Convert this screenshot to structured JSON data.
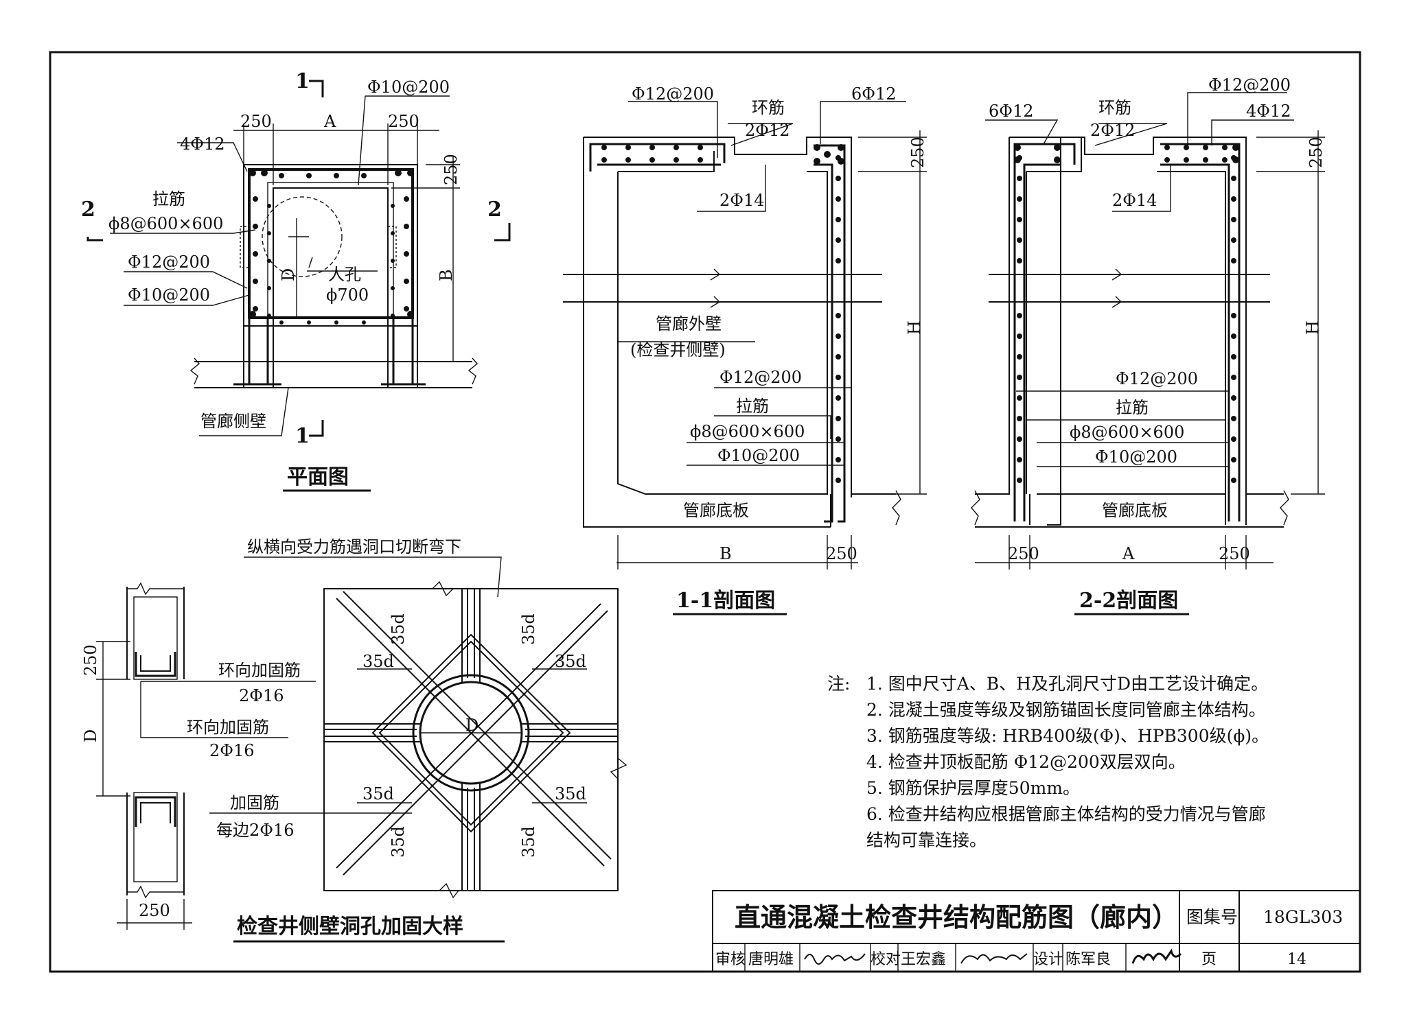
{
  "plan": {
    "title": "平面图",
    "section_1_mark": "1",
    "section_2_mark": "2",
    "dim_250": "250",
    "dim_A": "A",
    "dim_B": "B",
    "dim_D": "D",
    "rebar_top": "Φ10@200",
    "rebar_corner": "4Φ12",
    "tie_label": "拉筋",
    "tie_spec": "ϕ8@600×600",
    "rebar_v1": "Φ12@200",
    "rebar_v2": "Φ10@200",
    "manhole_label": "人孔",
    "manhole_size": "ϕ700",
    "side_wall": "管廊侧壁"
  },
  "section11": {
    "title": "1-1剖面图",
    "rebar_top": "Φ12@200",
    "ring_label": "环筋",
    "ring_spec": "2Φ12",
    "corner_bars": "6Φ12",
    "bars_2": "2Φ14",
    "dim_250": "250",
    "dim_H": "H",
    "dim_B": "B",
    "outer_wall": "管廊外壁",
    "outer_wall_sub": "(检查井侧壁)",
    "wall_rebar": "Φ12@200",
    "tie_label": "拉筋",
    "tie_spec": "ϕ8@600×600",
    "wall_rebar2": "Φ10@200",
    "floor": "管廊底板"
  },
  "section22": {
    "title": "2-2剖面图",
    "corner_left": "6Φ12",
    "ring_label": "环筋",
    "ring_spec": "2Φ12",
    "rebar_top": "Φ12@200",
    "corner_right": "4Φ12",
    "bars_2": "2Φ14",
    "dim_250": "250",
    "dim_H": "H",
    "dim_A": "A",
    "wall_rebar": "Φ12@200",
    "tie_label": "拉筋",
    "tie_spec": "ϕ8@600×600",
    "wall_rebar2": "Φ10@200",
    "floor": "管廊底板"
  },
  "detail": {
    "title": "检查井侧壁洞孔加固大样",
    "cut_note": "纵横向受力筋遇洞口切断弯下",
    "dim_250": "250",
    "dim_D": "D",
    "ring_label1": "环向加固筋",
    "ring_spec1": "2Φ16",
    "ring_label2": "环向加固筋",
    "ring_spec2": "2Φ16",
    "add_label": "加固筋",
    "add_spec": "每边2Φ16",
    "anchor": "35d"
  },
  "notes": {
    "header": "注:",
    "items": [
      "1.  图中尺寸A、B、H及孔洞尺寸D由工艺设计确定。",
      "2.  混凝土强度等级及钢筋锚固长度同管廊主体结构。",
      "3.  钢筋强度等级: HRB400级(Φ)、HPB300级(ϕ)。",
      "4.  检查井顶板配筋 Φ12@200双层双向。",
      "5.  钢筋保护层厚度50mm。",
      "6.  检查井结构应根据管廊主体结构的受力情况与管廊",
      "     结构可靠连接。"
    ]
  },
  "titleblock": {
    "title": "直通混凝土检查井结构配筋图（廊内）",
    "atlas_label": "图集号",
    "atlas_no": "18GL303",
    "review_label": "审核",
    "review_name": "唐明雄",
    "check_label": "校对",
    "check_name": "王宏鑫",
    "design_label": "设计",
    "design_name": "陈军良",
    "page_label": "页",
    "page_no": "14"
  }
}
